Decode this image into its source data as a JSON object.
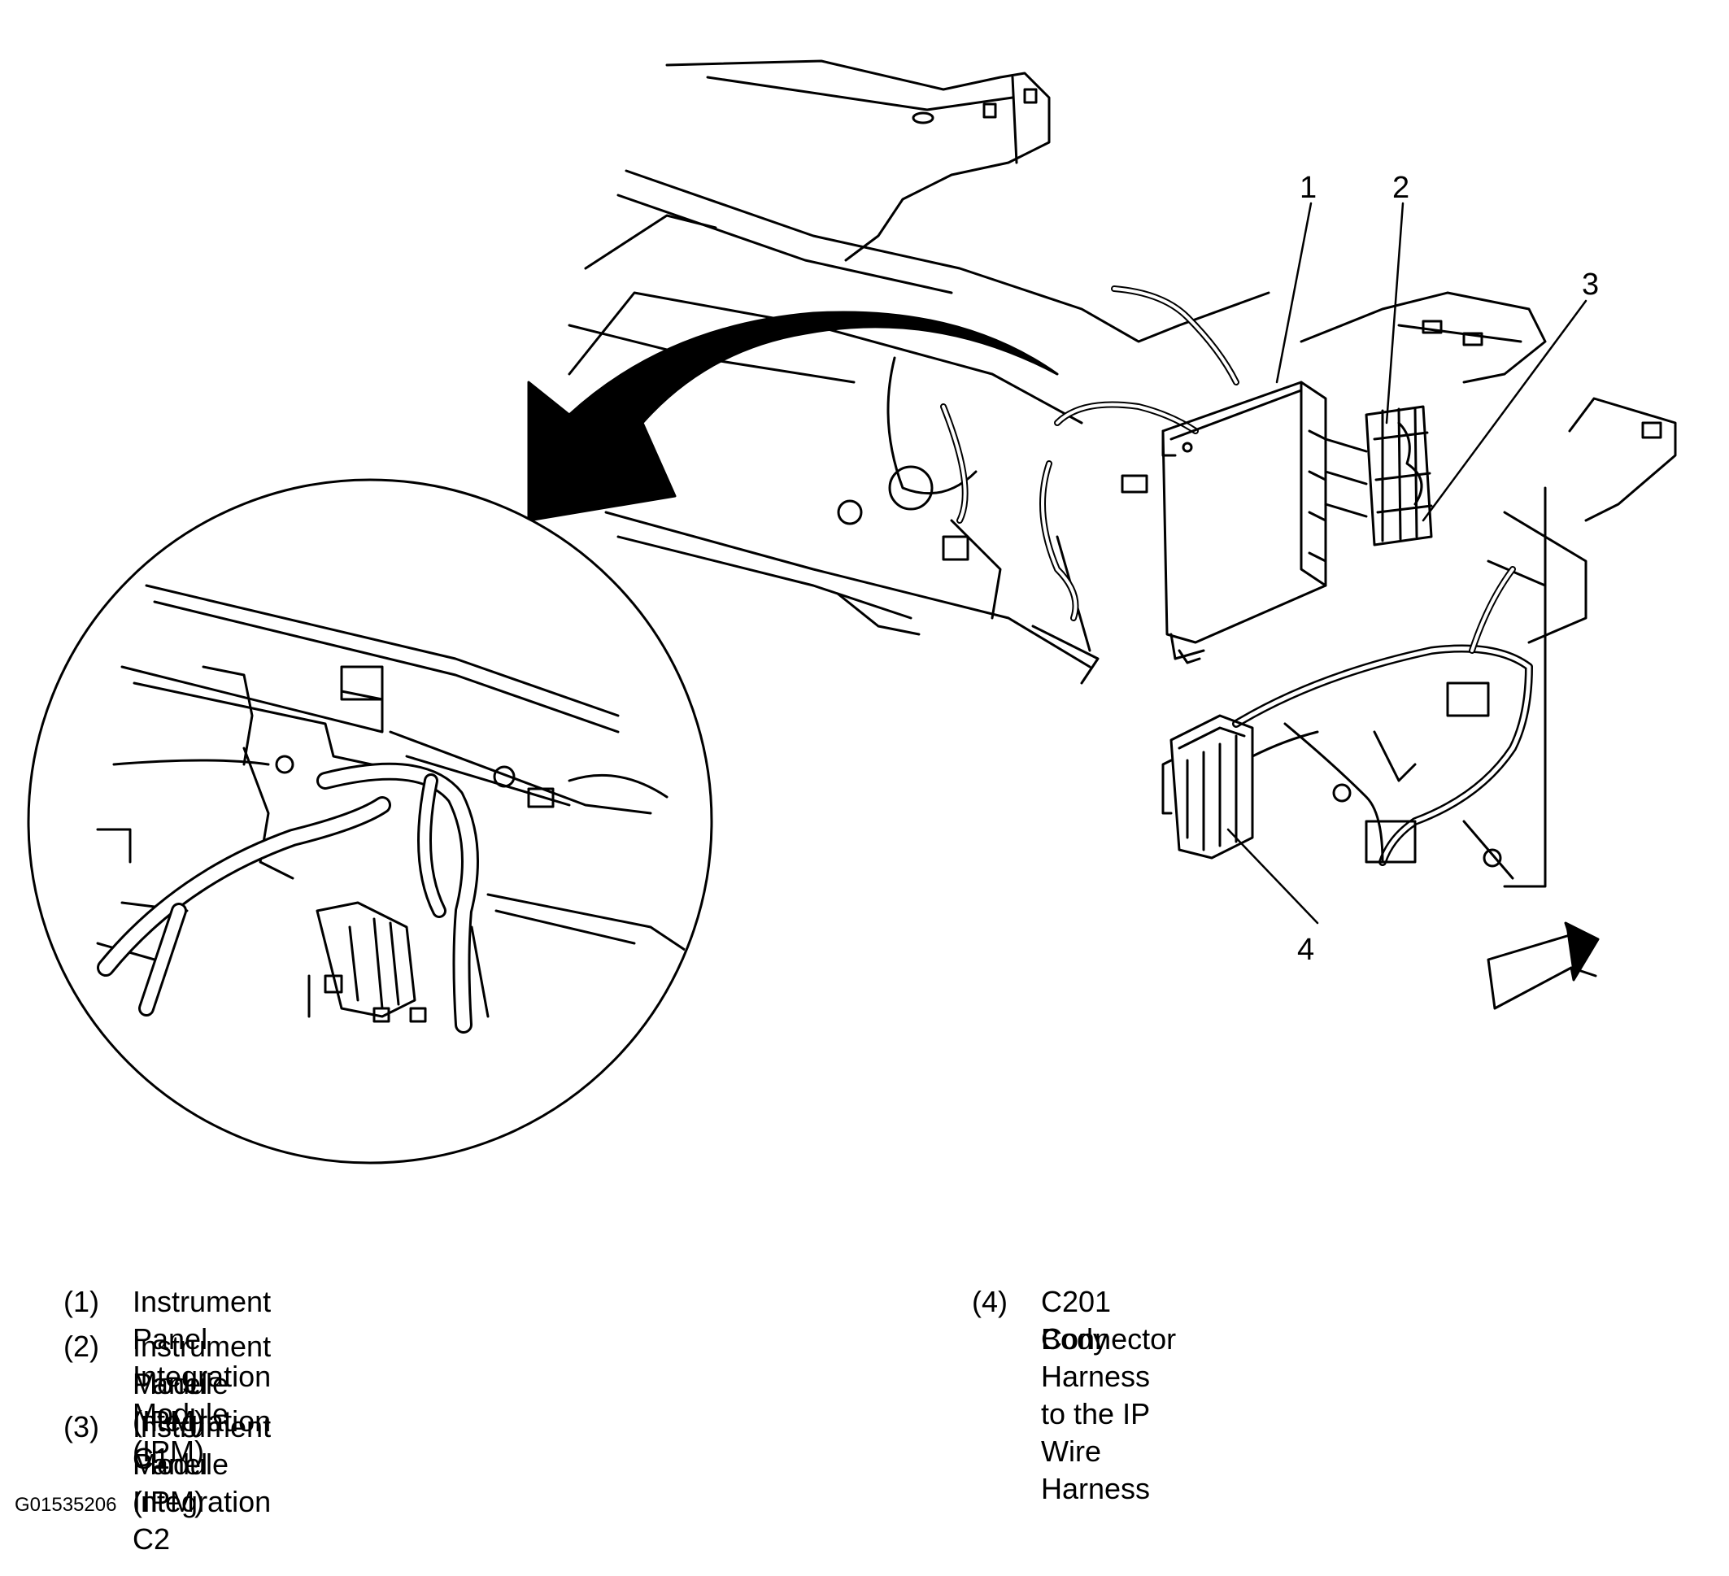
{
  "callouts": [
    {
      "number": "1"
    },
    {
      "number": "2"
    },
    {
      "number": "3"
    },
    {
      "number": "4"
    }
  ],
  "legend": [
    {
      "number": "(1)",
      "lines": [
        "Instrument Panel Integration Module (IPM)"
      ]
    },
    {
      "number": "(2)",
      "lines": [
        "Instrument Panel Integration",
        "Module (IPM) C1"
      ]
    },
    {
      "number": "(3)",
      "lines": [
        "Instrument Panel Integration",
        "Module (IPM) C2"
      ]
    },
    {
      "number": "(4)",
      "lines": [
        "C201 Body Harness to the IP Wire Harness",
        "Connector"
      ]
    }
  ],
  "figure_id": "G01535206"
}
